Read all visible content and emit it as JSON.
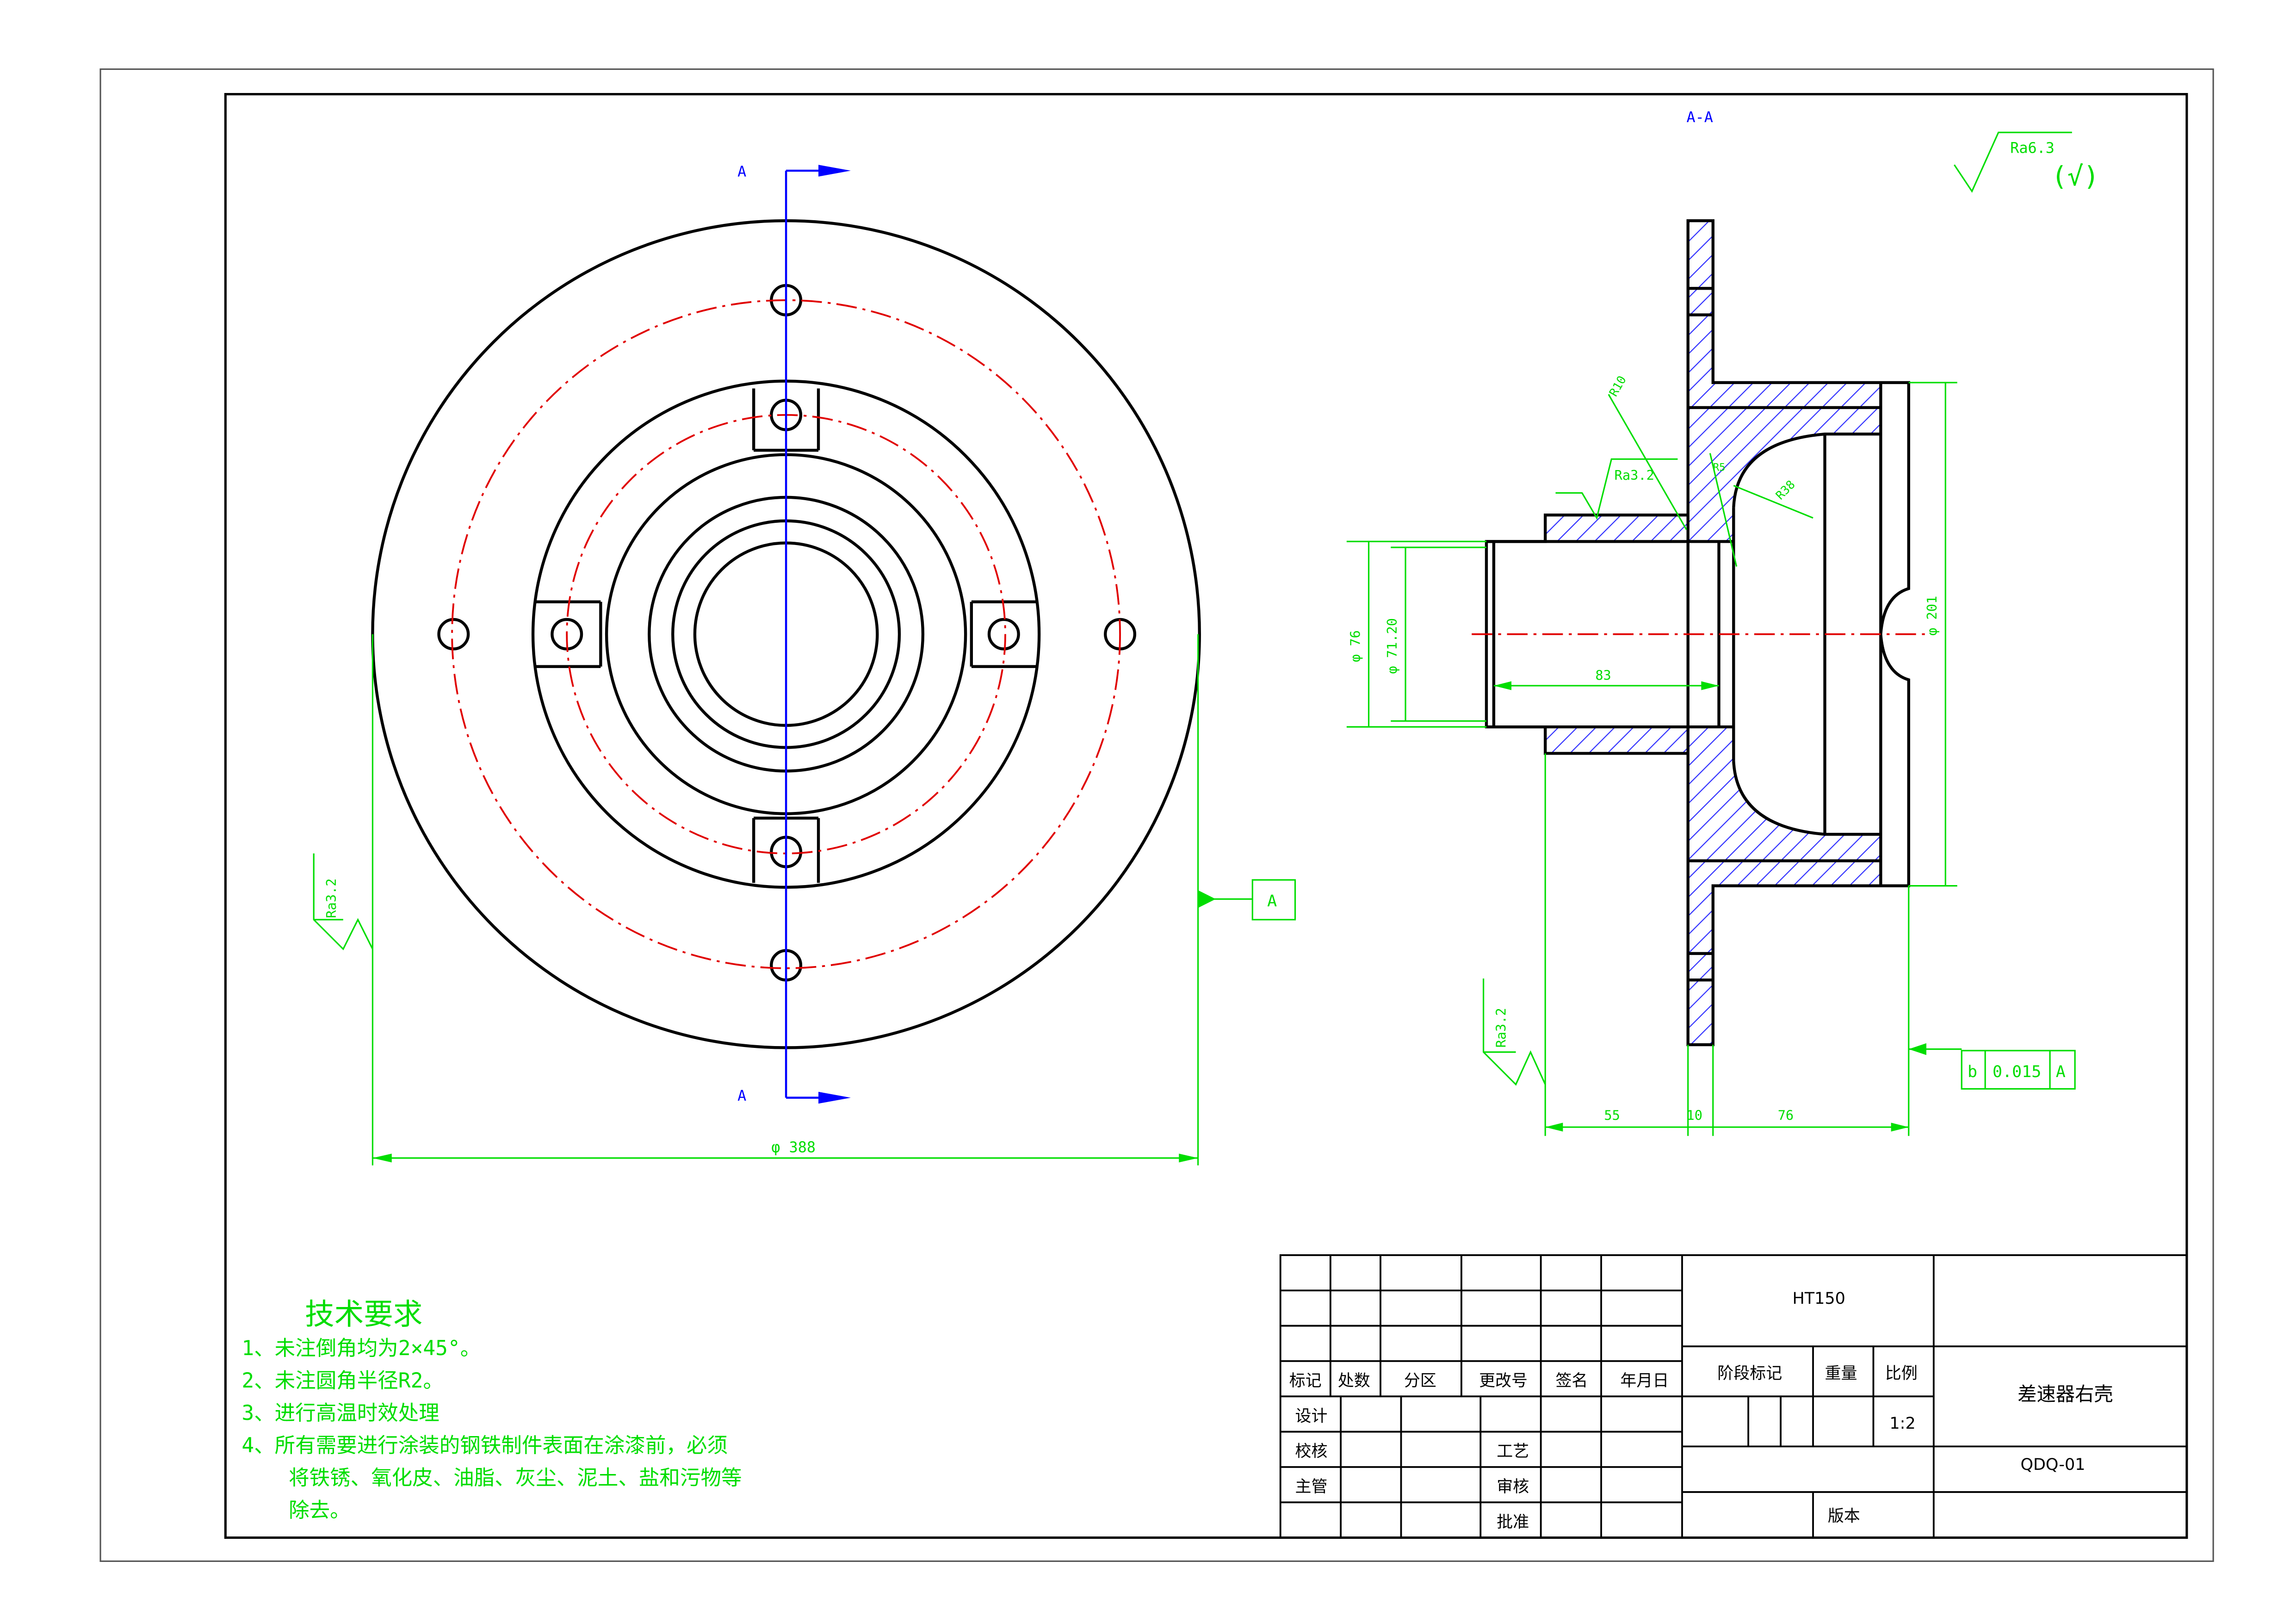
{
  "section_mark": "A",
  "section_title": "A-A",
  "datum_label": "A",
  "surface_finish": {
    "general": "Ra6.3",
    "general_suffix": "(√)",
    "ra32": "Ra3.2"
  },
  "dimensions": {
    "outer_diameter": "φ 388",
    "bore_76": "φ 76",
    "bore_7120": "φ 71.20",
    "dia_201": "φ 201",
    "len_83": "83",
    "len_55": "55",
    "len_10": "10",
    "len_76": "76",
    "r10": "R10",
    "r38": "R38",
    "r5": "R5"
  },
  "tolerance_frame": [
    "b",
    "0.015",
    "A"
  ],
  "tech_requirements": {
    "title": "技术要求",
    "items": [
      "1、未注倒角均为2×45°。",
      "2、未注圆角半径R2。",
      "3、进行高温时效处理",
      "4、所有需要进行涂装的钢铁制件表面在涂漆前，必须",
      "将铁锈、氧化皮、油脂、灰尘、泥土、盐和污物等",
      "除去。"
    ]
  },
  "title_block": {
    "header": [
      "标记",
      "处数",
      "分区",
      "更改号",
      "签名",
      "年月日"
    ],
    "roles_left": [
      "设计",
      "校核",
      "主管"
    ],
    "roles_right": [
      "工艺",
      "审核",
      "批准"
    ],
    "material": "HT150",
    "stage_label": "阶段标记",
    "weight_label": "重量",
    "scale_label": "比例",
    "scale_value": "1:2",
    "part_name": "差速器右壳",
    "drawing_no": "QDQ-01",
    "version_label": "版本"
  }
}
